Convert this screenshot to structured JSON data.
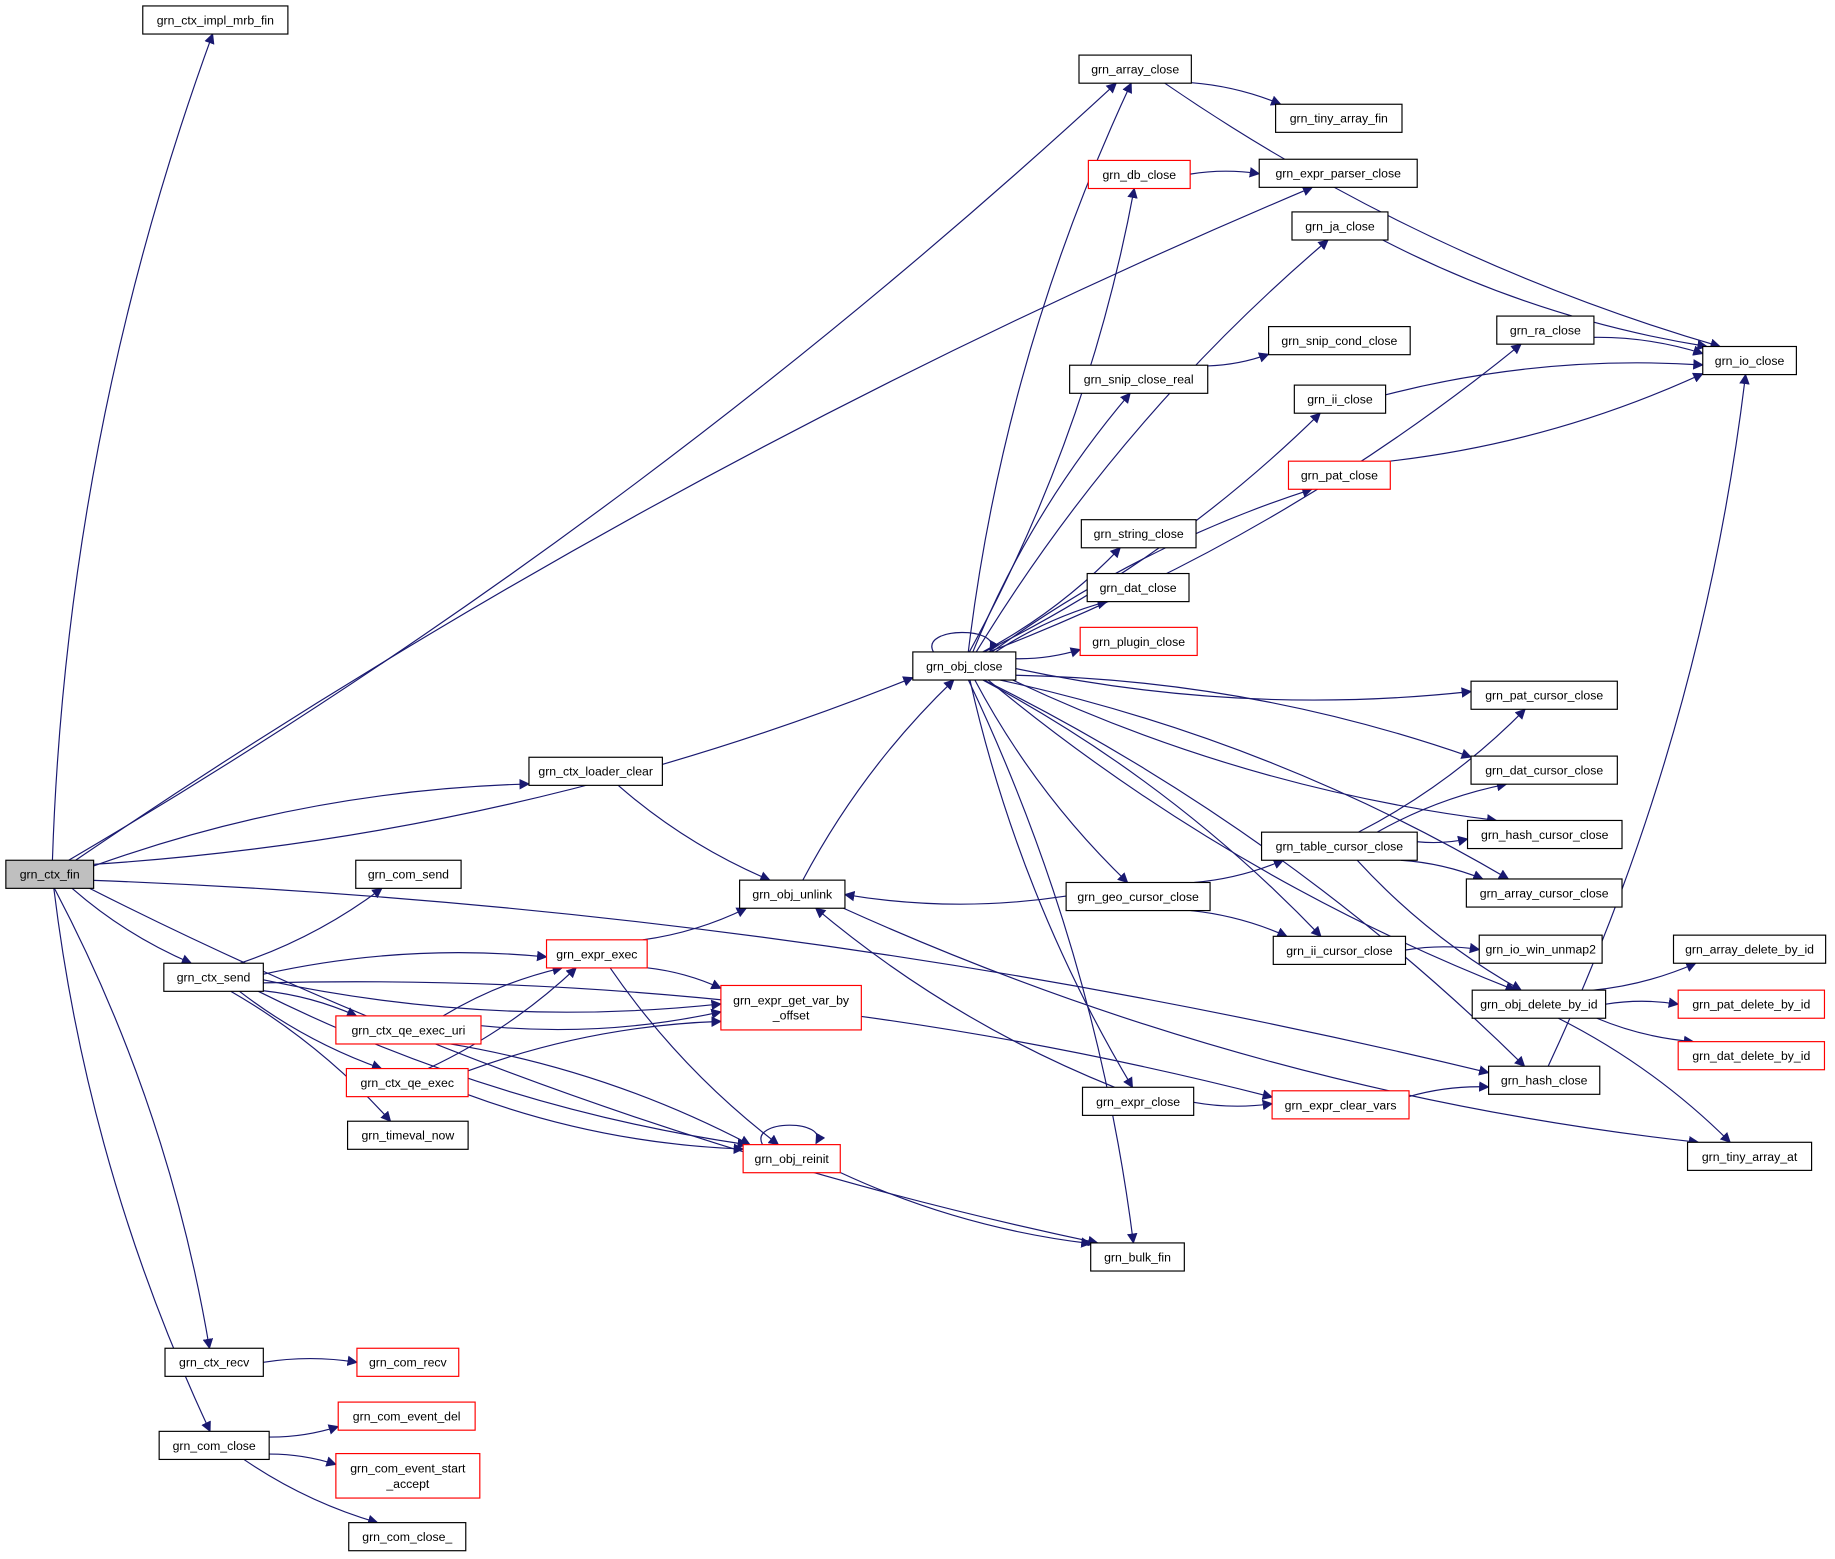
{
  "colors": {
    "edge": "#191970",
    "root_fill": "#bfbfbf",
    "truncated_border": "#ff0000",
    "node_border": "#000000"
  },
  "graph": {
    "title": "Call graph of grn_ctx_fin",
    "nodes": [
      {
        "id": "ctx_fin",
        "label": "grn_ctx_fin",
        "kind": "root"
      },
      {
        "id": "impl_mrb_fin",
        "label": "grn_ctx_impl_mrb_fin",
        "kind": "normal"
      },
      {
        "id": "array_close",
        "label": "grn_array_close",
        "kind": "normal"
      },
      {
        "id": "tiny_array_fin",
        "label": "grn_tiny_array_fin",
        "kind": "normal"
      },
      {
        "id": "db_close",
        "label": "grn_db_close",
        "kind": "truncated"
      },
      {
        "id": "expr_parser_close",
        "label": "grn_expr_parser_close",
        "kind": "normal"
      },
      {
        "id": "ja_close",
        "label": "grn_ja_close",
        "kind": "normal"
      },
      {
        "id": "ra_close",
        "label": "grn_ra_close",
        "kind": "normal"
      },
      {
        "id": "snip_cond_close",
        "label": "grn_snip_cond_close",
        "kind": "normal"
      },
      {
        "id": "io_close",
        "label": "grn_io_close",
        "kind": "normal"
      },
      {
        "id": "snip_close_real",
        "label": "grn_snip_close_real",
        "kind": "normal"
      },
      {
        "id": "ii_close",
        "label": "grn_ii_close",
        "kind": "normal"
      },
      {
        "id": "pat_close",
        "label": "grn_pat_close",
        "kind": "truncated"
      },
      {
        "id": "string_close",
        "label": "grn_string_close",
        "kind": "normal"
      },
      {
        "id": "dat_close",
        "label": "grn_dat_close",
        "kind": "normal"
      },
      {
        "id": "plugin_close",
        "label": "grn_plugin_close",
        "kind": "truncated"
      },
      {
        "id": "obj_close",
        "label": "grn_obj_close",
        "kind": "normal"
      },
      {
        "id": "pat_cursor_close",
        "label": "grn_pat_cursor_close",
        "kind": "normal"
      },
      {
        "id": "ctx_loader_clear",
        "label": "grn_ctx_loader_clear",
        "kind": "normal"
      },
      {
        "id": "dat_cursor_close",
        "label": "grn_dat_cursor_close",
        "kind": "normal"
      },
      {
        "id": "hash_cursor_close",
        "label": "grn_hash_cursor_close",
        "kind": "normal"
      },
      {
        "id": "table_cursor_close",
        "label": "grn_table_cursor_close",
        "kind": "normal"
      },
      {
        "id": "com_send",
        "label": "grn_com_send",
        "kind": "normal"
      },
      {
        "id": "obj_unlink",
        "label": "grn_obj_unlink",
        "kind": "normal"
      },
      {
        "id": "geo_cursor_close",
        "label": "grn_geo_cursor_close",
        "kind": "normal"
      },
      {
        "id": "array_cursor_close",
        "label": "grn_array_cursor_close",
        "kind": "normal"
      },
      {
        "id": "ii_cursor_close",
        "label": "grn_ii_cursor_close",
        "kind": "normal"
      },
      {
        "id": "io_win_unmap2",
        "label": "grn_io_win_unmap2",
        "kind": "normal"
      },
      {
        "id": "array_delete_by_id",
        "label": "grn_array_delete_by_id",
        "kind": "normal"
      },
      {
        "id": "ctx_send",
        "label": "grn_ctx_send",
        "kind": "normal"
      },
      {
        "id": "expr_exec",
        "label": "grn_expr_exec",
        "kind": "truncated"
      },
      {
        "id": "expr_get_var_by_offset",
        "label": "grn_expr_get_var_by\n_offset",
        "kind": "truncated"
      },
      {
        "id": "obj_delete_by_id",
        "label": "grn_obj_delete_by_id",
        "kind": "normal"
      },
      {
        "id": "pat_delete_by_id",
        "label": "grn_pat_delete_by_id",
        "kind": "truncated"
      },
      {
        "id": "ctx_qe_exec_uri",
        "label": "grn_ctx_qe_exec_uri",
        "kind": "truncated"
      },
      {
        "id": "dat_delete_by_id",
        "label": "grn_dat_delete_by_id",
        "kind": "truncated"
      },
      {
        "id": "ctx_qe_exec",
        "label": "grn_ctx_qe_exec",
        "kind": "truncated"
      },
      {
        "id": "hash_close",
        "label": "grn_hash_close",
        "kind": "normal"
      },
      {
        "id": "expr_close",
        "label": "grn_expr_close",
        "kind": "normal"
      },
      {
        "id": "expr_clear_vars",
        "label": "grn_expr_clear_vars",
        "kind": "truncated"
      },
      {
        "id": "timeval_now",
        "label": "grn_timeval_now",
        "kind": "normal"
      },
      {
        "id": "obj_reinit",
        "label": "grn_obj_reinit",
        "kind": "truncated"
      },
      {
        "id": "tiny_array_at",
        "label": "grn_tiny_array_at",
        "kind": "normal"
      },
      {
        "id": "bulk_fin",
        "label": "grn_bulk_fin",
        "kind": "normal"
      },
      {
        "id": "ctx_recv",
        "label": "grn_ctx_recv",
        "kind": "normal"
      },
      {
        "id": "com_recv",
        "label": "grn_com_recv",
        "kind": "truncated"
      },
      {
        "id": "com_event_del",
        "label": "grn_com_event_del",
        "kind": "truncated"
      },
      {
        "id": "com_close",
        "label": "grn_com_close",
        "kind": "normal"
      },
      {
        "id": "com_event_start_accept",
        "label": "grn_com_event_start\n_accept",
        "kind": "truncated"
      },
      {
        "id": "com_close_",
        "label": "grn_com_close_",
        "kind": "normal"
      }
    ],
    "edges": [
      [
        "ctx_fin",
        "impl_mrb_fin"
      ],
      [
        "ctx_fin",
        "array_close"
      ],
      [
        "ctx_fin",
        "expr_parser_close"
      ],
      [
        "ctx_fin",
        "obj_close"
      ],
      [
        "ctx_fin",
        "ctx_loader_clear"
      ],
      [
        "ctx_fin",
        "ctx_send"
      ],
      [
        "ctx_fin",
        "hash_close"
      ],
      [
        "ctx_fin",
        "bulk_fin"
      ],
      [
        "ctx_fin",
        "ctx_recv"
      ],
      [
        "ctx_fin",
        "com_close"
      ],
      [
        "array_close",
        "tiny_array_fin"
      ],
      [
        "array_close",
        "io_close"
      ],
      [
        "db_close",
        "expr_parser_close"
      ],
      [
        "ja_close",
        "io_close"
      ],
      [
        "ra_close",
        "io_close"
      ],
      [
        "snip_close_real",
        "snip_cond_close"
      ],
      [
        "ii_close",
        "io_close"
      ],
      [
        "pat_close",
        "io_close"
      ],
      [
        "obj_close",
        "array_close"
      ],
      [
        "obj_close",
        "db_close"
      ],
      [
        "obj_close",
        "ja_close"
      ],
      [
        "obj_close",
        "ra_close"
      ],
      [
        "obj_close",
        "snip_close_real"
      ],
      [
        "obj_close",
        "ii_close"
      ],
      [
        "obj_close",
        "pat_close"
      ],
      [
        "obj_close",
        "string_close"
      ],
      [
        "obj_close",
        "dat_close"
      ],
      [
        "obj_close",
        "plugin_close"
      ],
      [
        "obj_close",
        "obj_close"
      ],
      [
        "obj_close",
        "pat_cursor_close"
      ],
      [
        "obj_close",
        "dat_cursor_close"
      ],
      [
        "obj_close",
        "hash_cursor_close"
      ],
      [
        "obj_close",
        "array_cursor_close"
      ],
      [
        "obj_close",
        "geo_cursor_close"
      ],
      [
        "obj_close",
        "ii_cursor_close"
      ],
      [
        "obj_close",
        "obj_delete_by_id"
      ],
      [
        "obj_close",
        "hash_close"
      ],
      [
        "obj_close",
        "expr_close"
      ],
      [
        "obj_close",
        "bulk_fin"
      ],
      [
        "ctx_loader_clear",
        "obj_unlink"
      ],
      [
        "obj_unlink",
        "obj_close"
      ],
      [
        "obj_unlink",
        "tiny_array_at"
      ],
      [
        "geo_cursor_close",
        "obj_unlink"
      ],
      [
        "geo_cursor_close",
        "table_cursor_close"
      ],
      [
        "geo_cursor_close",
        "ii_cursor_close"
      ],
      [
        "table_cursor_close",
        "pat_cursor_close"
      ],
      [
        "table_cursor_close",
        "dat_cursor_close"
      ],
      [
        "table_cursor_close",
        "hash_cursor_close"
      ],
      [
        "table_cursor_close",
        "array_cursor_close"
      ],
      [
        "table_cursor_close",
        "obj_delete_by_id"
      ],
      [
        "ii_cursor_close",
        "io_win_unmap2"
      ],
      [
        "obj_delete_by_id",
        "array_delete_by_id"
      ],
      [
        "obj_delete_by_id",
        "pat_delete_by_id"
      ],
      [
        "obj_delete_by_id",
        "dat_delete_by_id"
      ],
      [
        "obj_delete_by_id",
        "tiny_array_at"
      ],
      [
        "hash_close",
        "io_close"
      ],
      [
        "expr_close",
        "obj_unlink"
      ],
      [
        "expr_close",
        "expr_clear_vars"
      ],
      [
        "expr_clear_vars",
        "hash_close"
      ],
      [
        "ctx_send",
        "com_send"
      ],
      [
        "ctx_send",
        "expr_exec"
      ],
      [
        "ctx_send",
        "expr_get_var_by_offset"
      ],
      [
        "ctx_send",
        "ctx_qe_exec_uri"
      ],
      [
        "ctx_send",
        "ctx_qe_exec"
      ],
      [
        "ctx_send",
        "timeval_now"
      ],
      [
        "ctx_send",
        "obj_reinit"
      ],
      [
        "ctx_send",
        "expr_clear_vars"
      ],
      [
        "expr_exec",
        "obj_unlink"
      ],
      [
        "expr_exec",
        "expr_get_var_by_offset"
      ],
      [
        "expr_exec",
        "obj_reinit"
      ],
      [
        "ctx_qe_exec_uri",
        "expr_exec"
      ],
      [
        "ctx_qe_exec_uri",
        "expr_get_var_by_offset"
      ],
      [
        "ctx_qe_exec_uri",
        "obj_reinit"
      ],
      [
        "ctx_qe_exec",
        "expr_exec"
      ],
      [
        "ctx_qe_exec",
        "expr_get_var_by_offset"
      ],
      [
        "ctx_qe_exec",
        "obj_reinit"
      ],
      [
        "obj_reinit",
        "obj_reinit"
      ],
      [
        "obj_reinit",
        "bulk_fin"
      ],
      [
        "ctx_recv",
        "com_recv"
      ],
      [
        "com_close",
        "com_event_del"
      ],
      [
        "com_close",
        "com_event_start_accept"
      ],
      [
        "com_close",
        "com_close_"
      ]
    ]
  }
}
